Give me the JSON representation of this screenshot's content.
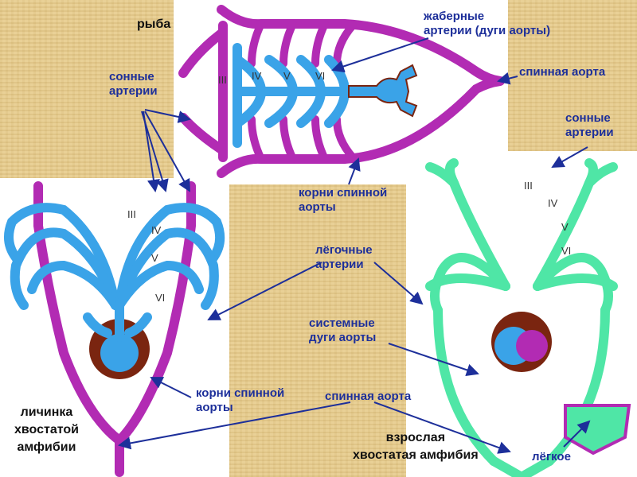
{
  "titles": {
    "fish": "рыба",
    "larva": "личинка\nхвостатой\nамфибии",
    "adult": "взрослая\nхвостатая амфибия"
  },
  "labels": {
    "gill_arteries": "жаберные\nартерии (дуги аорты)",
    "dorsal_aorta_fish": "спинная аорта",
    "carotid_left": "сонные\nартерии",
    "carotid_right": "сонные\nартерии",
    "dorsal_roots_top": "корни спинной\nаорты",
    "pulmonary": "лёгочные\nартерии",
    "systemic": "системные\nдуги аорты",
    "dorsal_roots_bottom": "корни спинной\nаорты",
    "dorsal_aorta_bottom": "спинная аорта",
    "lung": "лёгкое"
  },
  "roman": {
    "fish": [
      "III",
      "IV",
      "V",
      "VI"
    ],
    "larva": [
      "III",
      "IV",
      "V",
      "VI"
    ],
    "adult": [
      "III",
      "IV",
      "V",
      "VI"
    ]
  },
  "colors": {
    "aorta": "#b22bb3",
    "vessel": "#3aa3e8",
    "adult_vessel": "#4fe6a6",
    "heart": "#7a2510",
    "arrow": "#1d2f9a",
    "label": "#1d2f9a"
  }
}
